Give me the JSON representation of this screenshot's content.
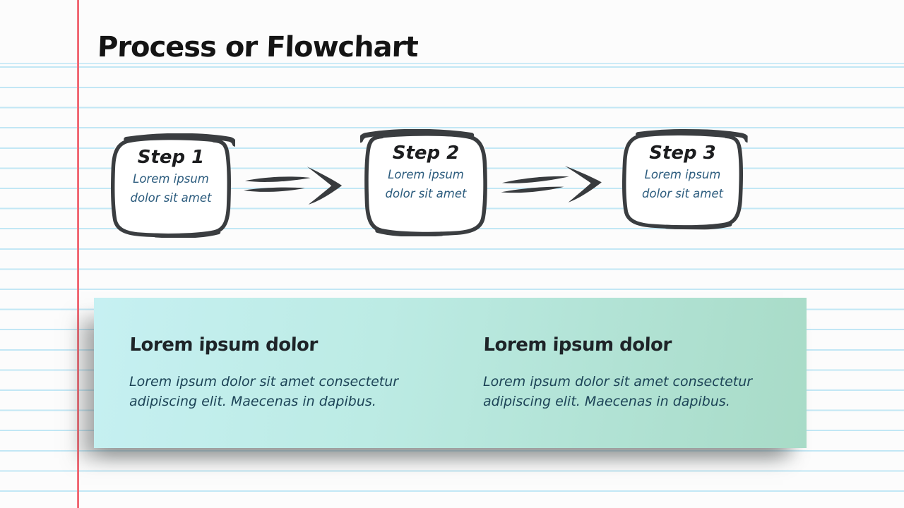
{
  "slide": {
    "title": "Process or Flowchart"
  },
  "flowchart": {
    "steps": [
      {
        "title": "Step 1",
        "lines": [
          "Lorem ipsum",
          "dolor sit amet"
        ]
      },
      {
        "title": "Step 2",
        "lines": [
          "Lorem ipsum",
          "dolor sit amet"
        ]
      },
      {
        "title": "Step 3",
        "lines": [
          "Lorem ipsum",
          "dolor sit amet"
        ]
      }
    ],
    "arrow_icons": [
      "arrow-right",
      "arrow-right"
    ]
  },
  "panel": {
    "columns": [
      {
        "heading": "Lorem ipsum dolor",
        "body_lines": [
          "Lorem ipsum dolor sit amet consectetur",
          "adipiscing elit. Maecenas in dapibus."
        ]
      },
      {
        "heading": "Lorem ipsum dolor",
        "body_lines": [
          "Lorem ipsum dolor sit amet consectetur",
          "adipiscing elit. Maecenas in dapibus."
        ]
      }
    ]
  },
  "colors": {
    "paper": "#fcfcfc",
    "rule_blue": "#c2e7f5",
    "margin_red": "#ee5360",
    "ink_dark": "#3a3d40",
    "handwriting_blue": "#2b5b7d",
    "panel_text": "#1d4457",
    "panel_mint": "#a8dbc7",
    "panel_cyan": "#c6f0f2"
  }
}
